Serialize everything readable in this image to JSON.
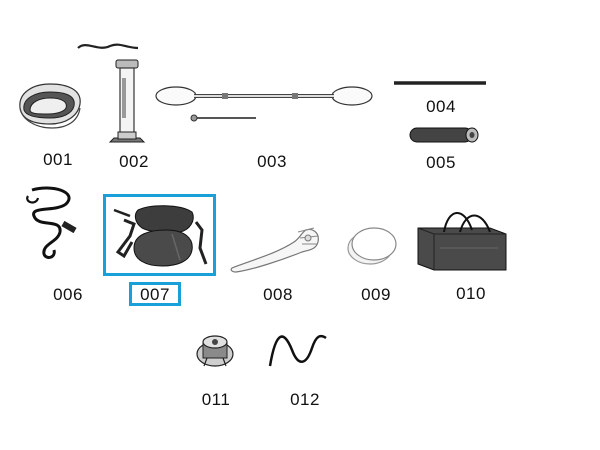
{
  "parts": {
    "p001": {
      "code": "001",
      "name": "seat-pad"
    },
    "p002": {
      "code": "002",
      "name": "hand-pump"
    },
    "p003": {
      "code": "003",
      "name": "kayak-paddle"
    },
    "p004": {
      "code": "004",
      "name": "fin-rod"
    },
    "p005": {
      "code": "005",
      "name": "repair-patch-roll"
    },
    "p006": {
      "code": "006",
      "name": "leash-cord"
    },
    "p007": {
      "code": "007",
      "name": "kayak-seat"
    },
    "p008": {
      "code": "008",
      "name": "fin"
    },
    "p009": {
      "code": "009",
      "name": "repair-patch"
    },
    "p010": {
      "code": "010",
      "name": "carry-bag"
    },
    "p011": {
      "code": "011",
      "name": "air-valve"
    },
    "p012": {
      "code": "012",
      "name": "coil-leash"
    }
  },
  "highlight": {
    "part": "007",
    "color": "#1aa0d8"
  }
}
